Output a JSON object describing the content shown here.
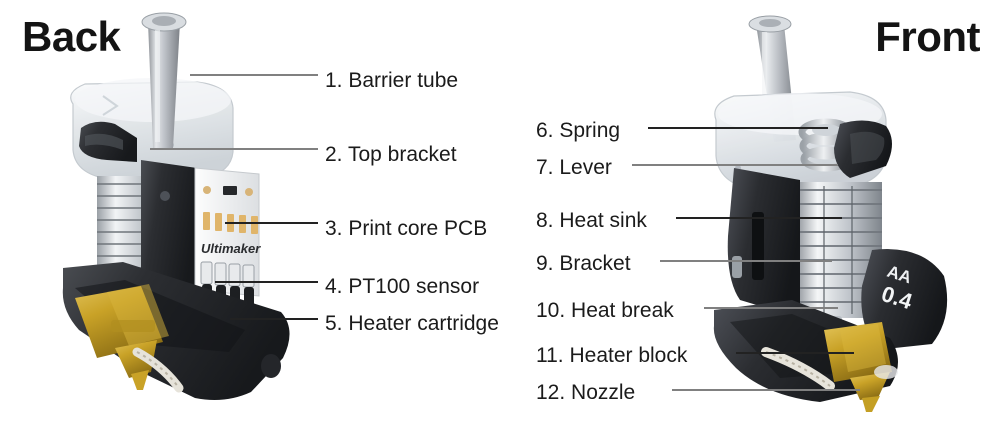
{
  "headings": {
    "back": "Back",
    "front": "Front"
  },
  "left_callouts": [
    {
      "num": "1.",
      "text": "Barrier tube",
      "label": "1. Barrier tube"
    },
    {
      "num": "2.",
      "text": "Top bracket",
      "label": "2. Top bracket"
    },
    {
      "num": "3.",
      "text": "Print core PCB",
      "label": "3. Print core PCB"
    },
    {
      "num": "4.",
      "text": "PT100 sensor",
      "label": "4. PT100 sensor"
    },
    {
      "num": "5.",
      "text": "Heater cartridge",
      "label": "5. Heater cartridge"
    }
  ],
  "right_callouts": [
    {
      "num": "6.",
      "text": "Spring",
      "label": "6. Spring"
    },
    {
      "num": "7.",
      "text": "Lever",
      "label": "7. Lever"
    },
    {
      "num": "8.",
      "text": "Heat sink",
      "label": "8. Heat sink"
    },
    {
      "num": "9.",
      "text": "Bracket",
      "label": "9. Bracket"
    },
    {
      "num": "10.",
      "text": "Heat break",
      "label": "10. Heat break"
    },
    {
      "num": "11.",
      "text": "Heater block",
      "label": "11. Heater block"
    },
    {
      "num": "12.",
      "text": "Nozzle",
      "label": "12. Nozzle"
    }
  ],
  "photo_markings": {
    "pcb_brand": "Ultimaker",
    "bracket_type": "AA",
    "nozzle_size": "0.4"
  },
  "colors": {
    "background": "#ffffff",
    "text": "#1b1b1b",
    "heading": "#141414",
    "leader_line": "#808080",
    "leader_line_dark": "#222222",
    "black_plastic": "#35373b",
    "brass": "#c9a227",
    "metal": "#c9ccd1",
    "translucent": "#e9ecef"
  }
}
